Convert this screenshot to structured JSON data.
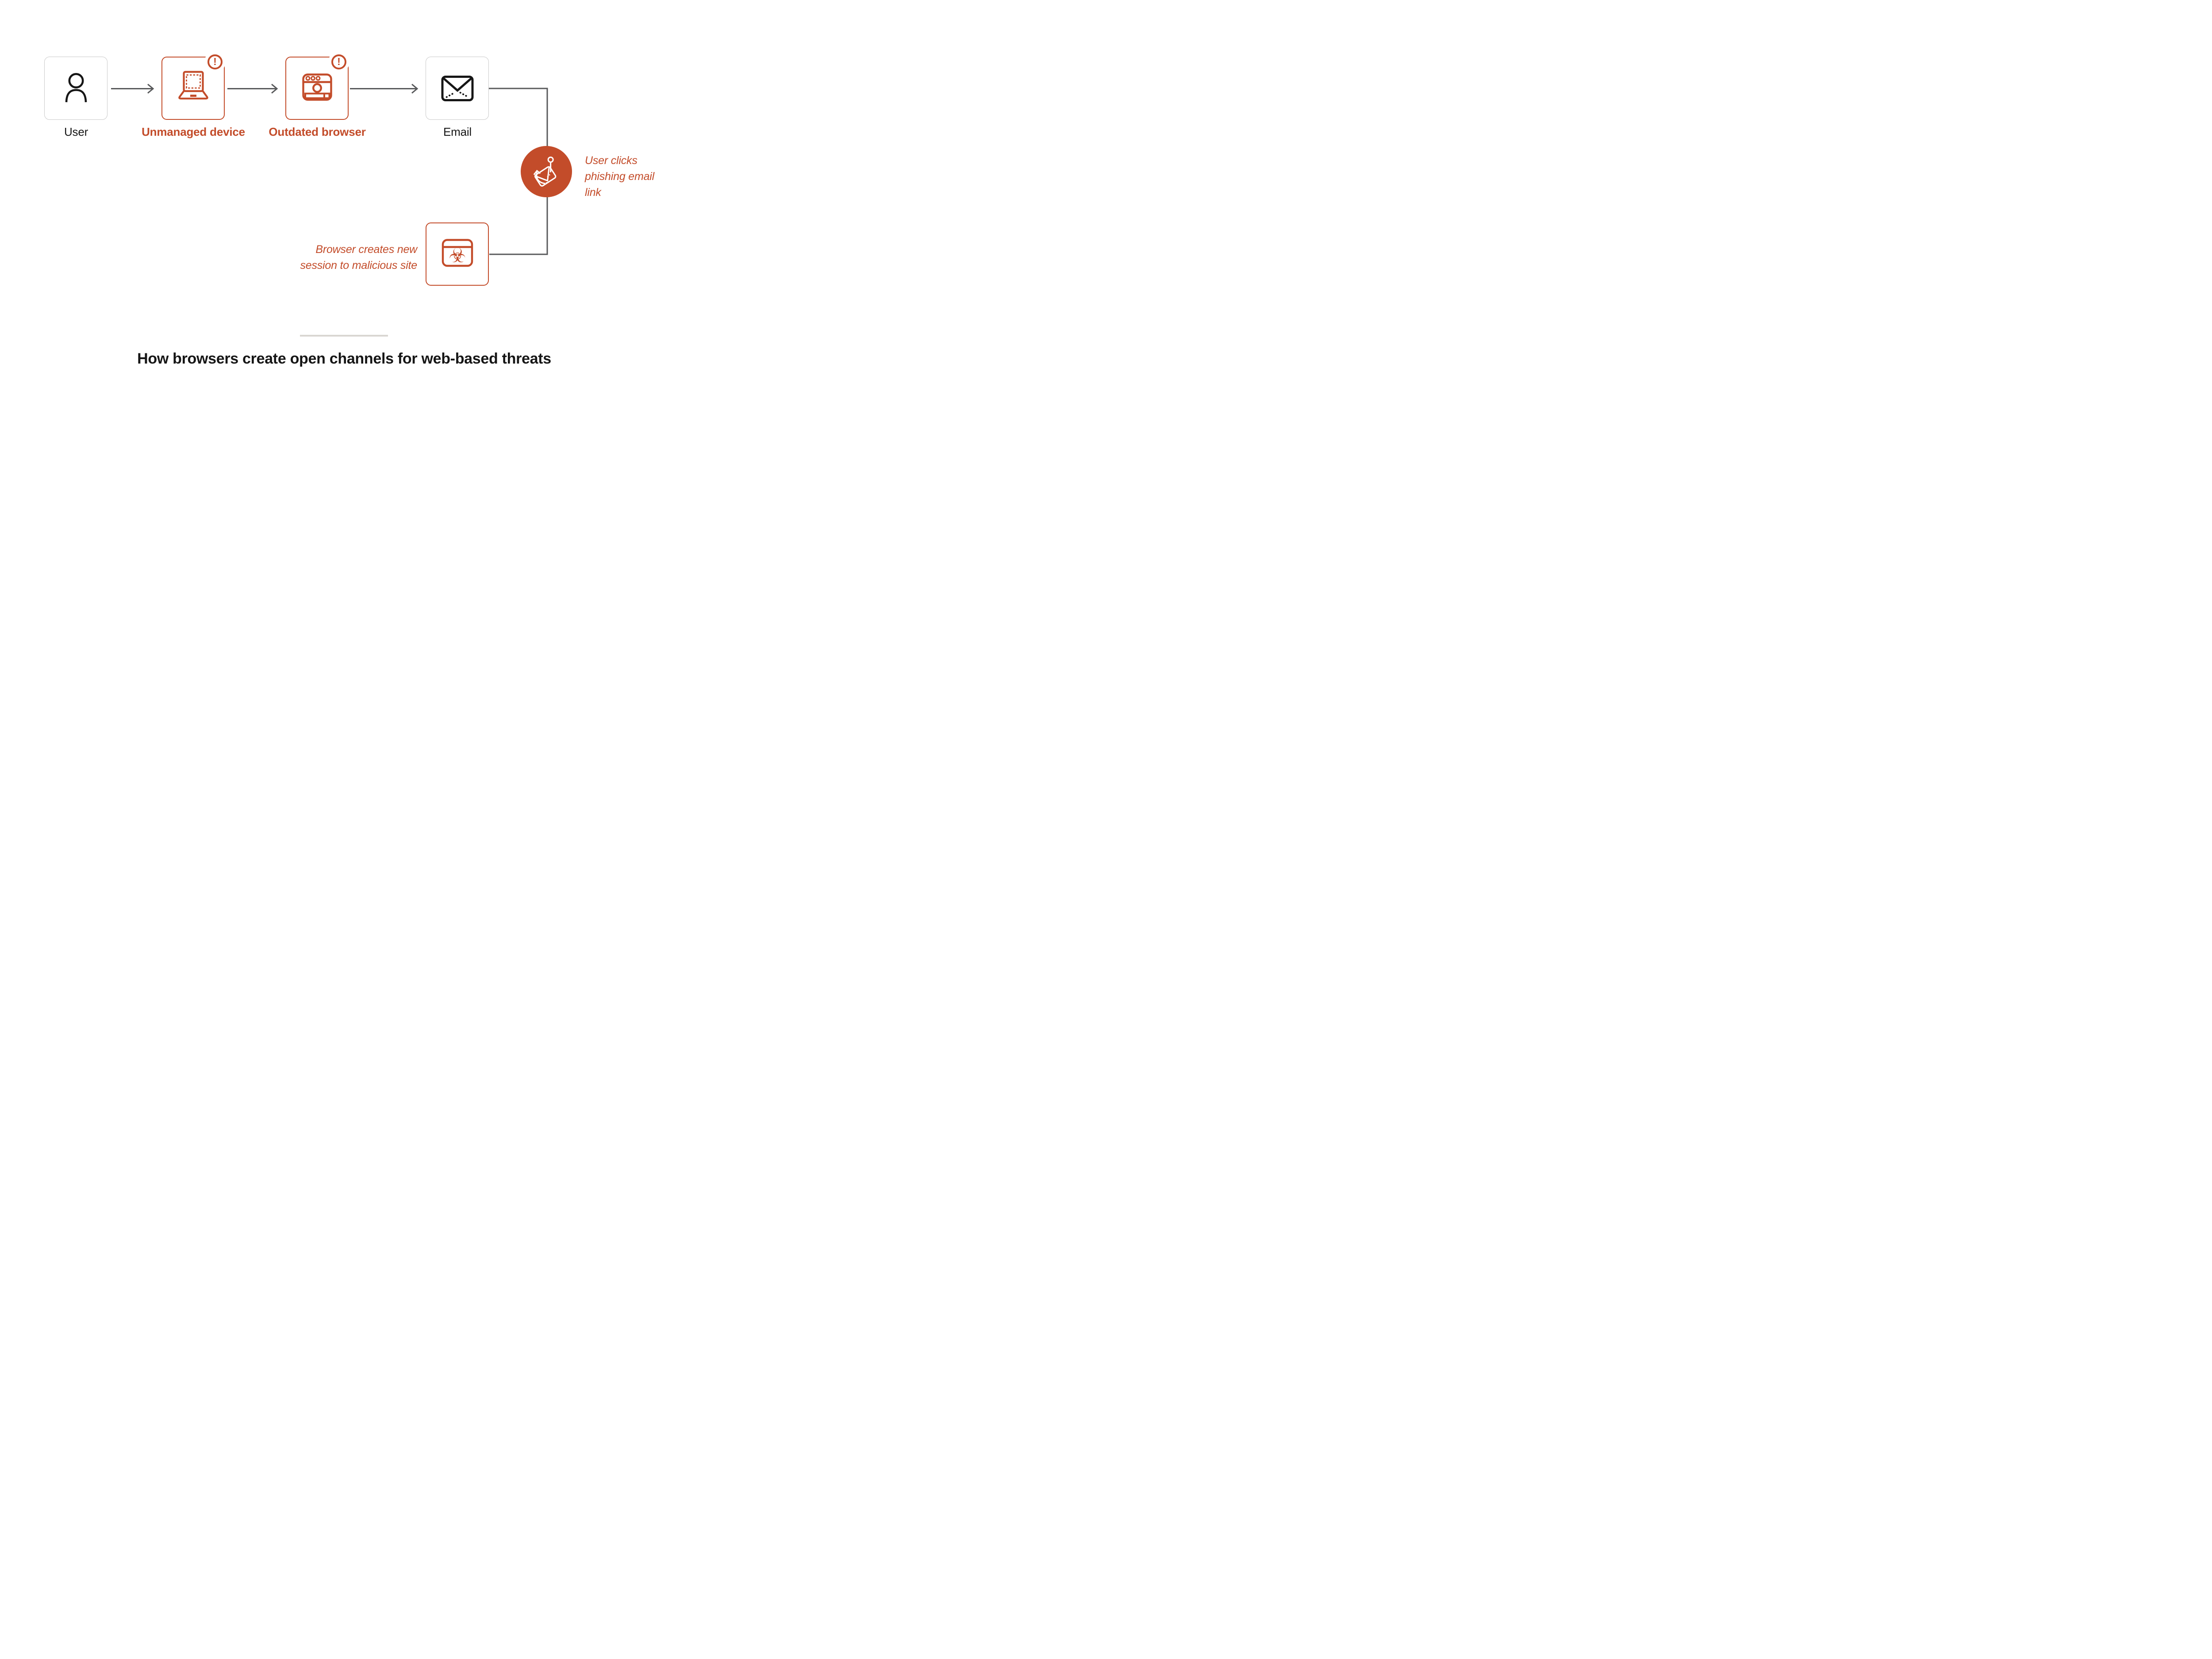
{
  "palette": {
    "accent": "#C34C2A",
    "connector_gray": "#58595B",
    "box_border_gray": "#C9C9C9",
    "text_black": "#161616",
    "divider_gray": "#D9D6D2",
    "background": "#FFFFFF",
    "icon_white": "#FFFFFF"
  },
  "icons": {
    "user": "person-outline",
    "unmanaged_device": "laptop-dashed-screen-outline",
    "outdated_browser": "browser-window-outline",
    "email": "envelope-outline",
    "alert": "exclamation-circle",
    "phishing": "envelope-on-fishhook",
    "malicious_site": "browser-window-biohazard"
  },
  "flow": {
    "badge_glyph": "!",
    "nodes": [
      {
        "id": "user",
        "label": "User",
        "variant": "neutral",
        "badge": false
      },
      {
        "id": "unmanaged-device",
        "label": "Unmanaged device",
        "variant": "alert",
        "badge": true
      },
      {
        "id": "outdated-browser",
        "label": "Outdated browser",
        "variant": "alert",
        "badge": true
      },
      {
        "id": "email",
        "label": "Email",
        "variant": "neutral",
        "badge": false
      }
    ]
  },
  "phishing_step": {
    "label": "User clicks phishing email link"
  },
  "malicious_step": {
    "label": "Browser creates new session to malicious site",
    "biohazard_glyph": "☣"
  },
  "caption": "How browsers create open channels for web-based threats"
}
